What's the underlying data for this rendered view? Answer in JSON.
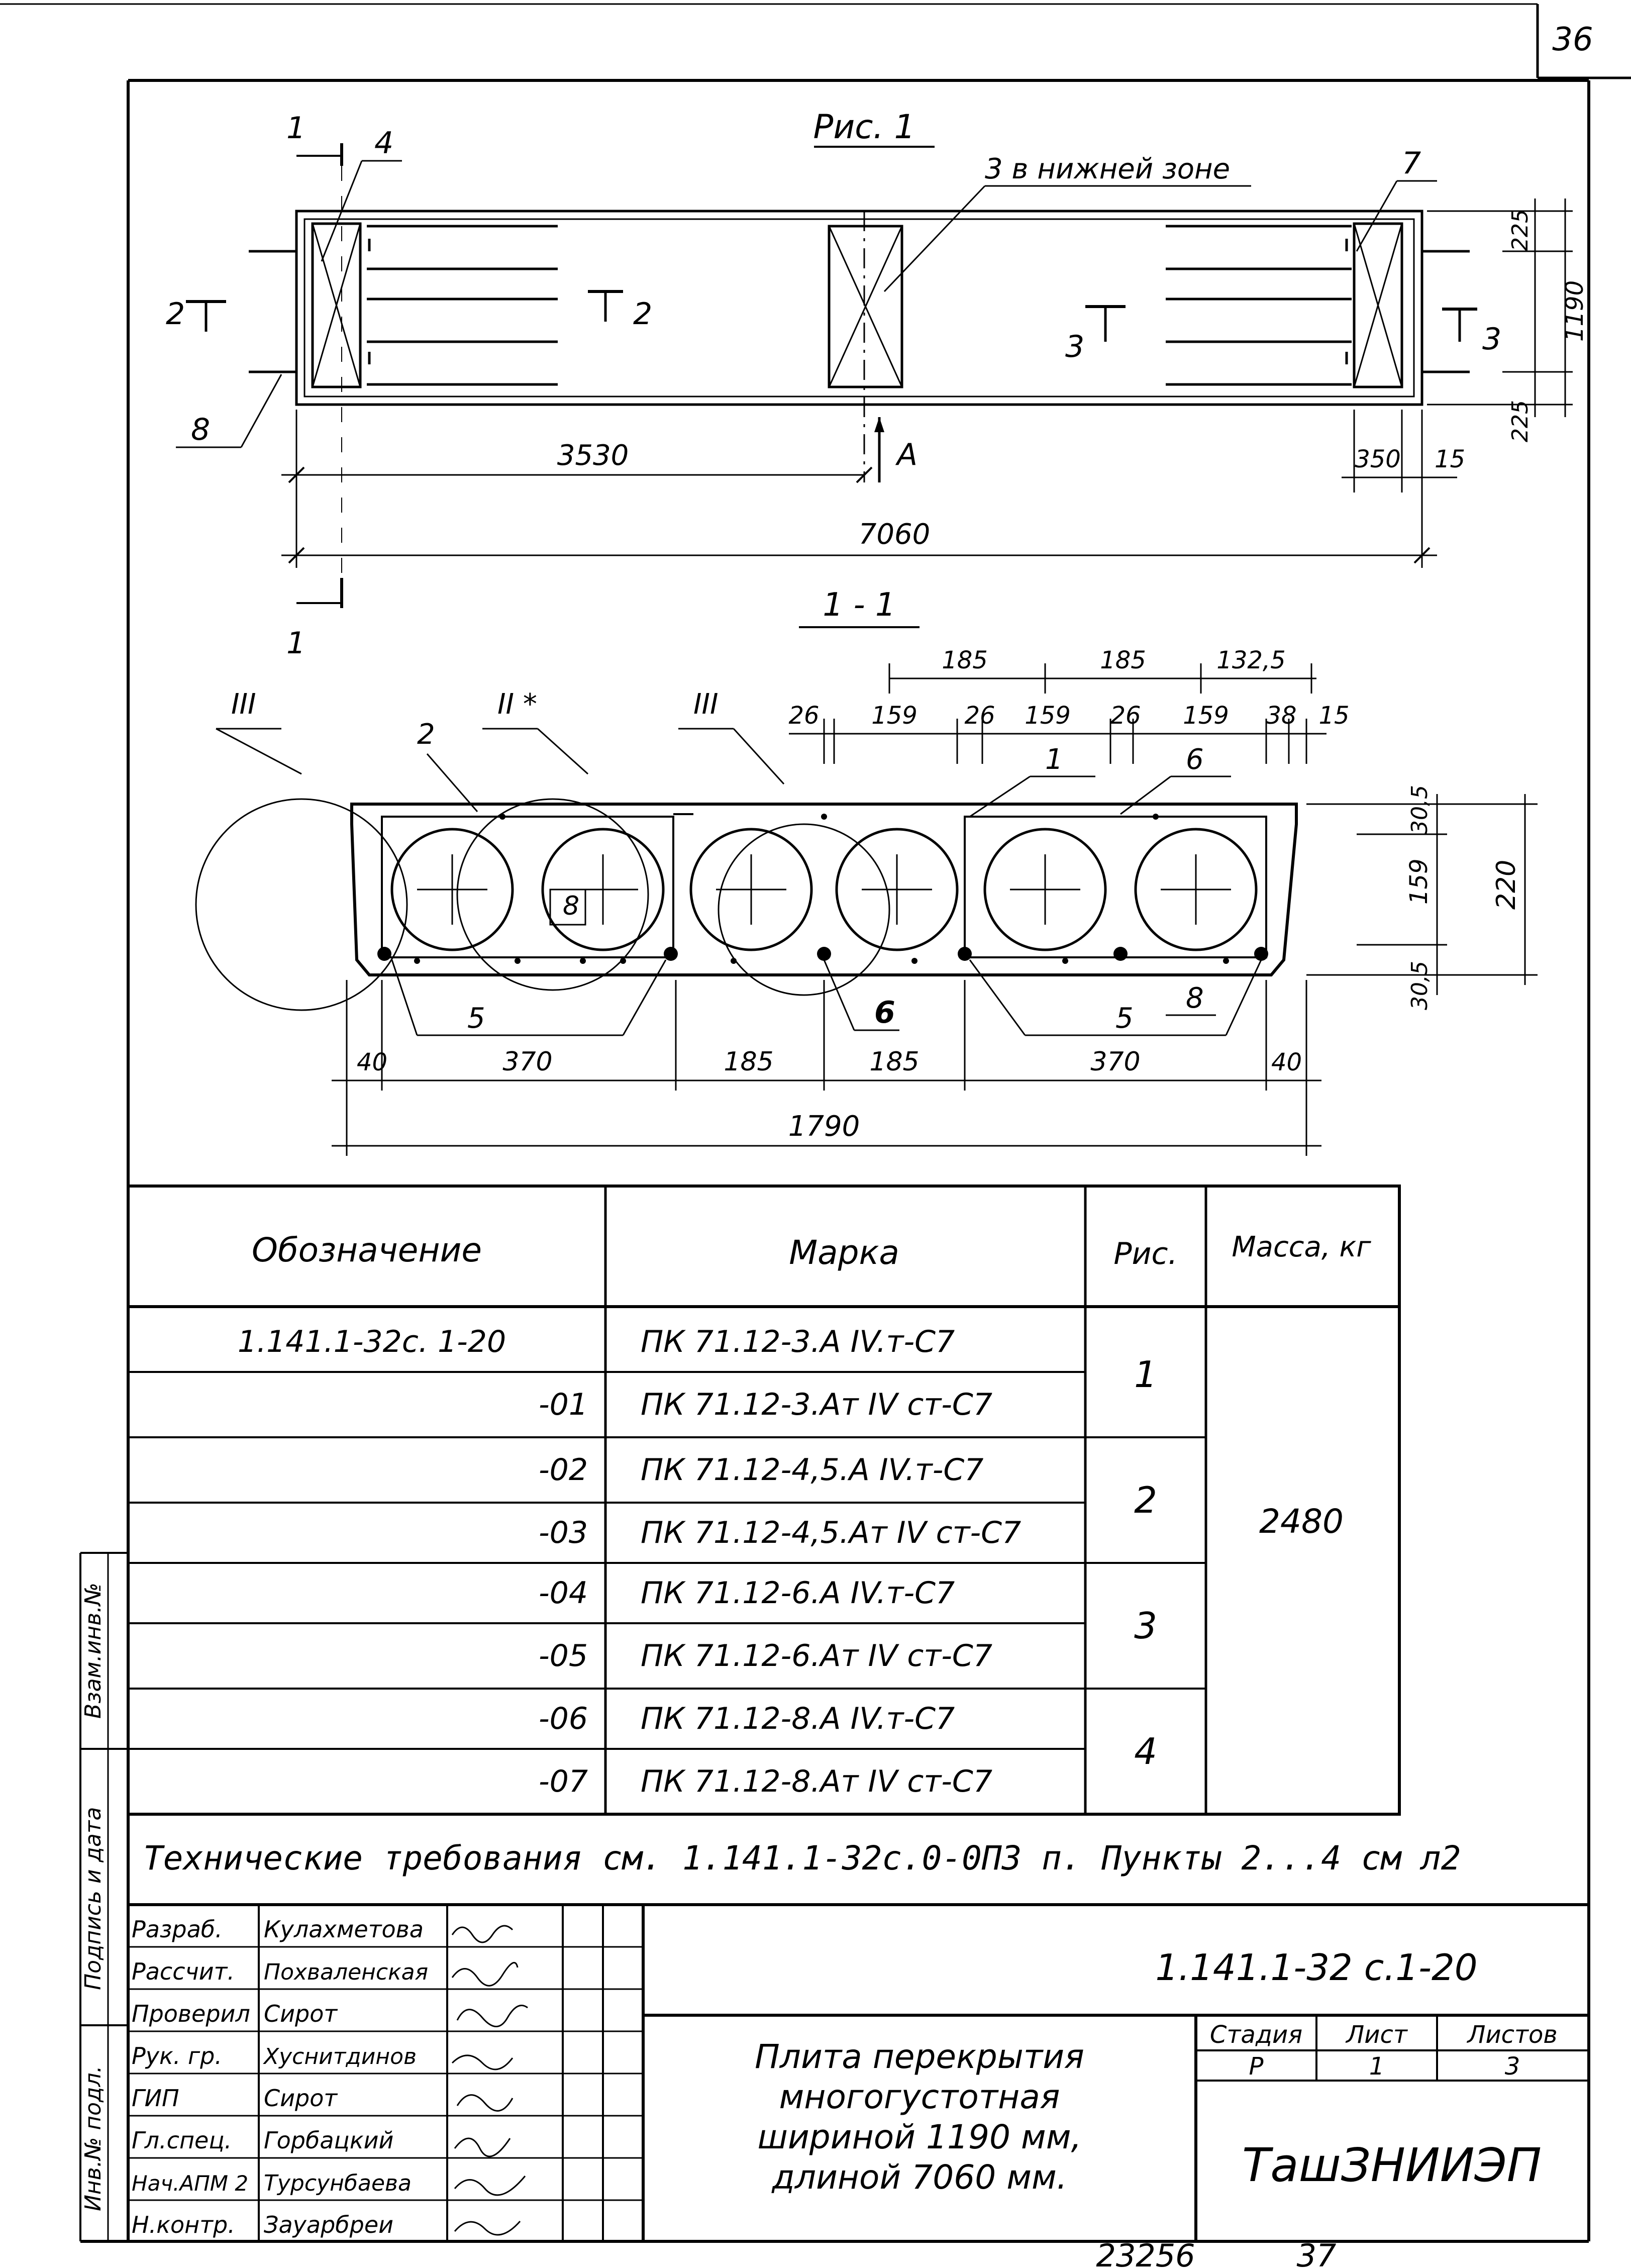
{
  "sheet": {
    "corner_number": "36",
    "bottom_number_1": "23256",
    "bottom_number_2": "37"
  },
  "figure1": {
    "title": "Рис. 1",
    "callout_3": "3 в нижней зоне",
    "callout_4": "4",
    "callout_7": "7",
    "callout_8": "8",
    "section_mark_1": "1",
    "section_mark_2": "2",
    "section_mark_3": "3",
    "view_a": "А",
    "dim_3530": "3530",
    "dim_7060": "7060",
    "dim_350": "350",
    "dim_15": "15",
    "dim_225_top": "225",
    "dim_225_bottom": "225",
    "dim_1190": "1190"
  },
  "section11": {
    "title": "1 - 1",
    "node_III_left": "III",
    "node_II": "II *",
    "node_III_mid": "III",
    "label_2": "2",
    "label_1": "1",
    "label_6_top": "6",
    "label_8": "8",
    "label_5_left": "5",
    "label_6_bottom": "6",
    "label_5_right": "5",
    "label_8_right": "8",
    "top_dims": {
      "d185a": "185",
      "d185b": "185",
      "d1325": "132,5",
      "d26a": "26",
      "d159a": "159",
      "d26b": "26",
      "d159b": "159",
      "d26c": "26",
      "d159c": "159",
      "d38": "38",
      "d15": "15"
    },
    "right_dims": {
      "d305_top": "30,5",
      "d159": "159",
      "d220": "220",
      "d305_bottom": "30,5"
    },
    "bottom_dims": {
      "d40l": "40",
      "d370l": "370",
      "d185l": "185",
      "d185r": "185",
      "d370r": "370",
      "d40r": "40",
      "d1790": "1790"
    }
  },
  "table": {
    "headers": {
      "designation": "Обозначение",
      "mark": "Марка",
      "figure": "Рис.",
      "mass": "Масса, кг"
    },
    "rows": [
      {
        "designation": "1.141.1-32с. 1-20",
        "mark": "ПК 71.12-3.А IV.т-С7"
      },
      {
        "designation": "-01",
        "mark": "ПК 71.12-3.Ат IV ст-С7"
      },
      {
        "designation": "-02",
        "mark": "ПК 71.12-4,5.А IV.т-С7"
      },
      {
        "designation": "-03",
        "mark": "ПК 71.12-4,5.Ат IV ст-С7"
      },
      {
        "designation": "-04",
        "mark": "ПК 71.12-6.А IV.т-С7"
      },
      {
        "designation": "-05",
        "mark": "ПК 71.12-6.Ат IV ст-С7"
      },
      {
        "designation": "-06",
        "mark": "ПК 71.12-8.А IV.т-С7"
      },
      {
        "designation": "-07",
        "mark": "ПК 71.12-8.Ат IV ст-С7"
      }
    ],
    "figures": [
      "1",
      "2",
      "3",
      "4"
    ],
    "mass": "2480",
    "tech_requirements": "Технические требования см. 1.141.1-32с.0-0ПЗ п. Пункты 2...4 см л2"
  },
  "title_block": {
    "roles": [
      "Разраб.",
      "Рассчит.",
      "Проверил",
      "Рук. гр.",
      "ГИП",
      "Гл.спец.",
      "Нач.АПМ 2",
      "Н.контр."
    ],
    "names": [
      "Кулахметова",
      "Похваленская",
      "Сирот",
      "Хуснитдинов",
      "Сирот",
      "Горбацкий",
      "Турсунбаева",
      "Зауарбреи"
    ],
    "doc_code": "1.141.1-32 с.1-20",
    "title_line1": "Плита перекрытия",
    "title_line2": "многогустотная",
    "title_line3": "шириной 1190 мм,",
    "title_line4": "длиной 7060 мм.",
    "stage_label": "Стадия",
    "sheet_label": "Лист",
    "sheets_label": "Листов",
    "stage_value": "Р",
    "sheet_value": "1",
    "sheets_value": "3",
    "organization": "ТашЗНИИЭП"
  },
  "left_strip": {
    "inv_orig": "Инв.№ подл.",
    "sign_date": "Подпись и дата",
    "inv_repl": "Взам.инв.№"
  }
}
